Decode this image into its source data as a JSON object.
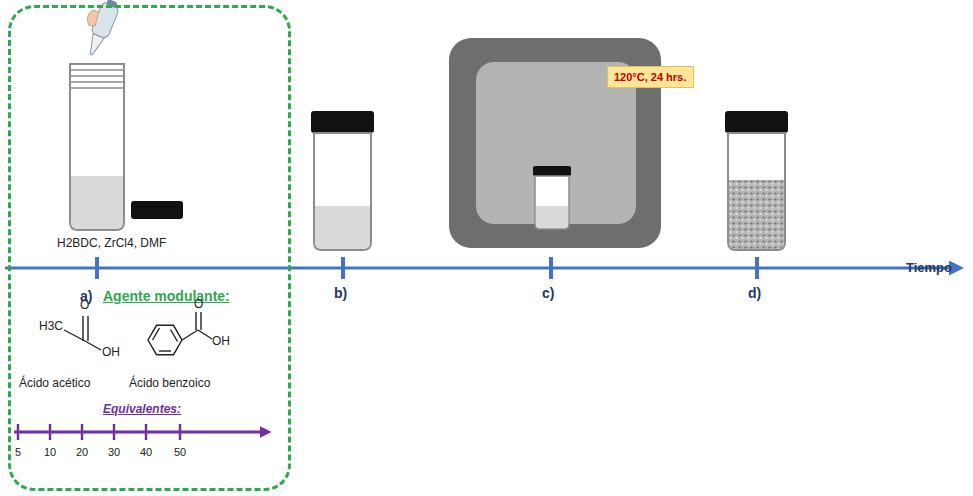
{
  "diagram": {
    "nodes": [
      {
        "text": [
          "H2BDC, ZrCl4, DMF",
          "a)",
          "Agente modulante:",
          "Ácido acético",
          "Ácido benzoico",
          "Equivalentes:"
        ]
      },
      {
        "text": [
          "120°C, 24 hrs."
        ]
      }
    ],
    "labels": [
      "O",
      "H3C",
      "OH",
      "O",
      "OH",
      "5",
      "10",
      "20",
      "30",
      "40",
      "50",
      "b)",
      "c)",
      "d)",
      "Tiempo"
    ]
  }
}
